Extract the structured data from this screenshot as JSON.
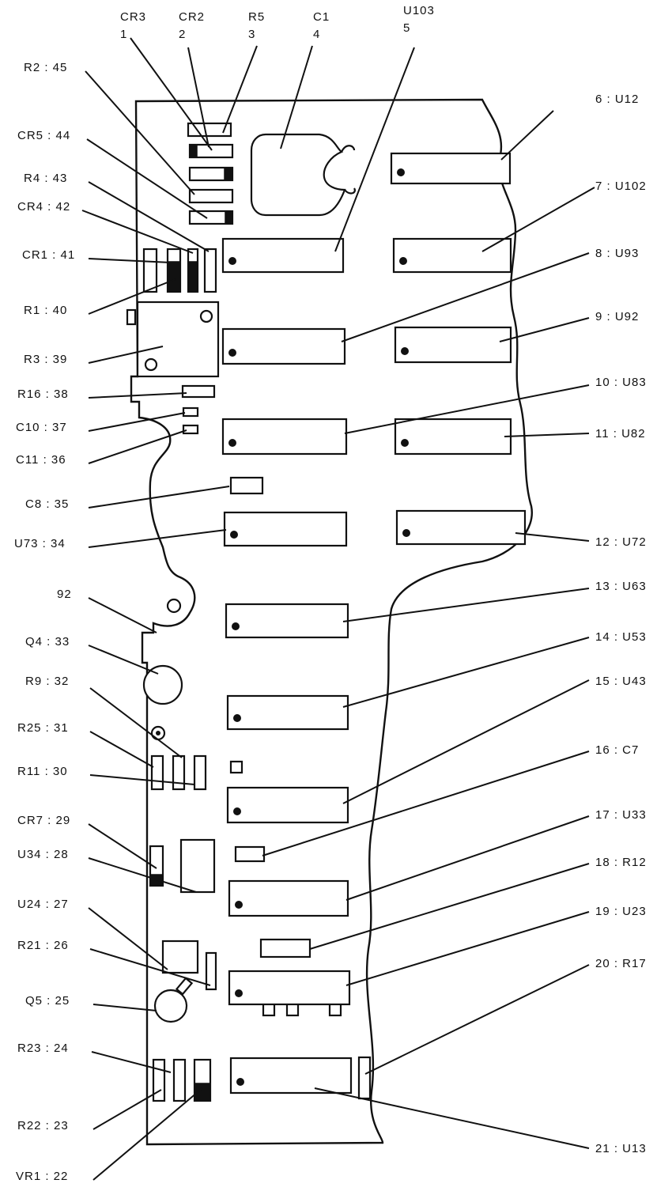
{
  "top_labels": [
    {
      "ref": "CR3",
      "num": "1"
    },
    {
      "ref": "CR2",
      "num": "2"
    },
    {
      "ref": "R5",
      "num": "3"
    },
    {
      "ref": "C1",
      "num": "4"
    },
    {
      "ref": "U103",
      "num": "5"
    }
  ],
  "right_labels": [
    "6  : U12",
    "7  : U102",
    "8  : U93",
    "9  : U92",
    "10 : U83",
    "11 : U82",
    "12 : U72",
    "13 : U63",
    "14 : U53",
    "15 : U43",
    "16 : C7",
    "17 : U33",
    "18 : R12",
    "19 : U23",
    "20 : R17",
    "21 : U13"
  ],
  "left_labels": [
    "R2 : 45",
    "CR5 : 44",
    "R4 : 43",
    "CR4 : 42",
    "CR1 : 41",
    "R1 : 40",
    "R3 : 39",
    "R16 : 38",
    "C10 : 37",
    "C11 : 36",
    "C8 : 35",
    "U73 : 34",
    "92",
    "Q4 : 33",
    "R9 : 32",
    "R25 : 31",
    "R11 : 30",
    "CR7 : 29",
    "U34 : 28",
    "U24 : 27",
    "R21 : 26",
    "Q5 : 25",
    "R23 : 24",
    "R22 : 23",
    "VR1 : 22"
  ]
}
